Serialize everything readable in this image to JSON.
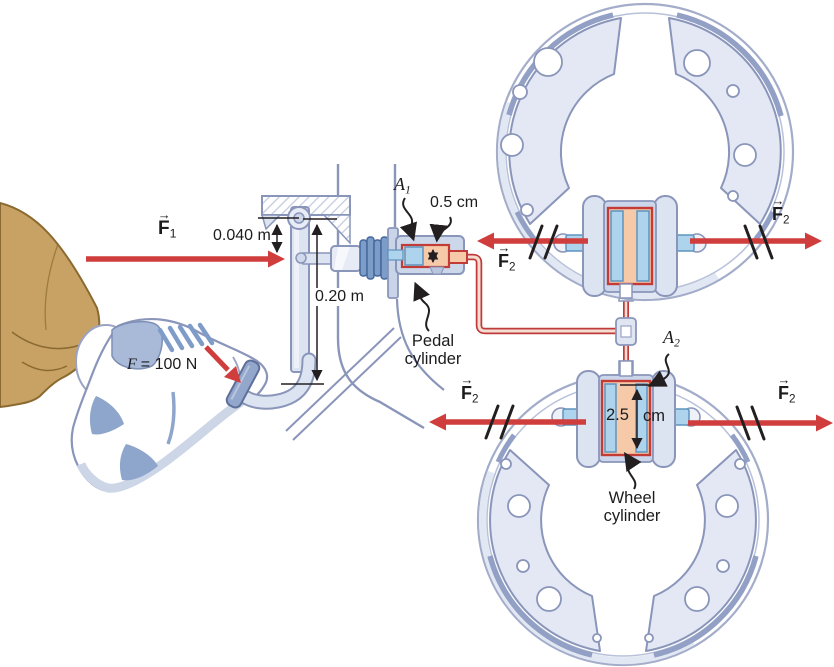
{
  "forces": {
    "f1": {
      "base": "F",
      "sub": "1"
    },
    "f2": {
      "base": "F",
      "sub": "2"
    },
    "applied": {
      "symbol": "F",
      "value": "= 100 N"
    }
  },
  "dimensions": {
    "lever_offset": "0.040 m",
    "lever_length": "0.20 m",
    "pedal_bore": "0.5 cm",
    "wheel_bore_value": "2.5",
    "wheel_bore_unit": "cm"
  },
  "labels": {
    "a1": {
      "base": "A",
      "sub": "1"
    },
    "a2": {
      "base": "A",
      "sub": "2"
    },
    "pedal_cylinder": {
      "line1": "Pedal",
      "line2": "cylinder"
    },
    "wheel_cylinder": {
      "line1": "Wheel",
      "line2": "cylinder"
    }
  },
  "glyphs": {
    "vector_arrow": "→"
  },
  "colors": {
    "force_red": "#cf3d3d",
    "hydraulic_red": "#bf3b3b",
    "fluid_salmon": "#f6caa9",
    "piston_blue": "#aed3ec",
    "metal_light": "#dde4f1",
    "outline_blue_gray": "#8a95ba",
    "pant_tan": "#c8a265",
    "ink": "#231f20"
  }
}
